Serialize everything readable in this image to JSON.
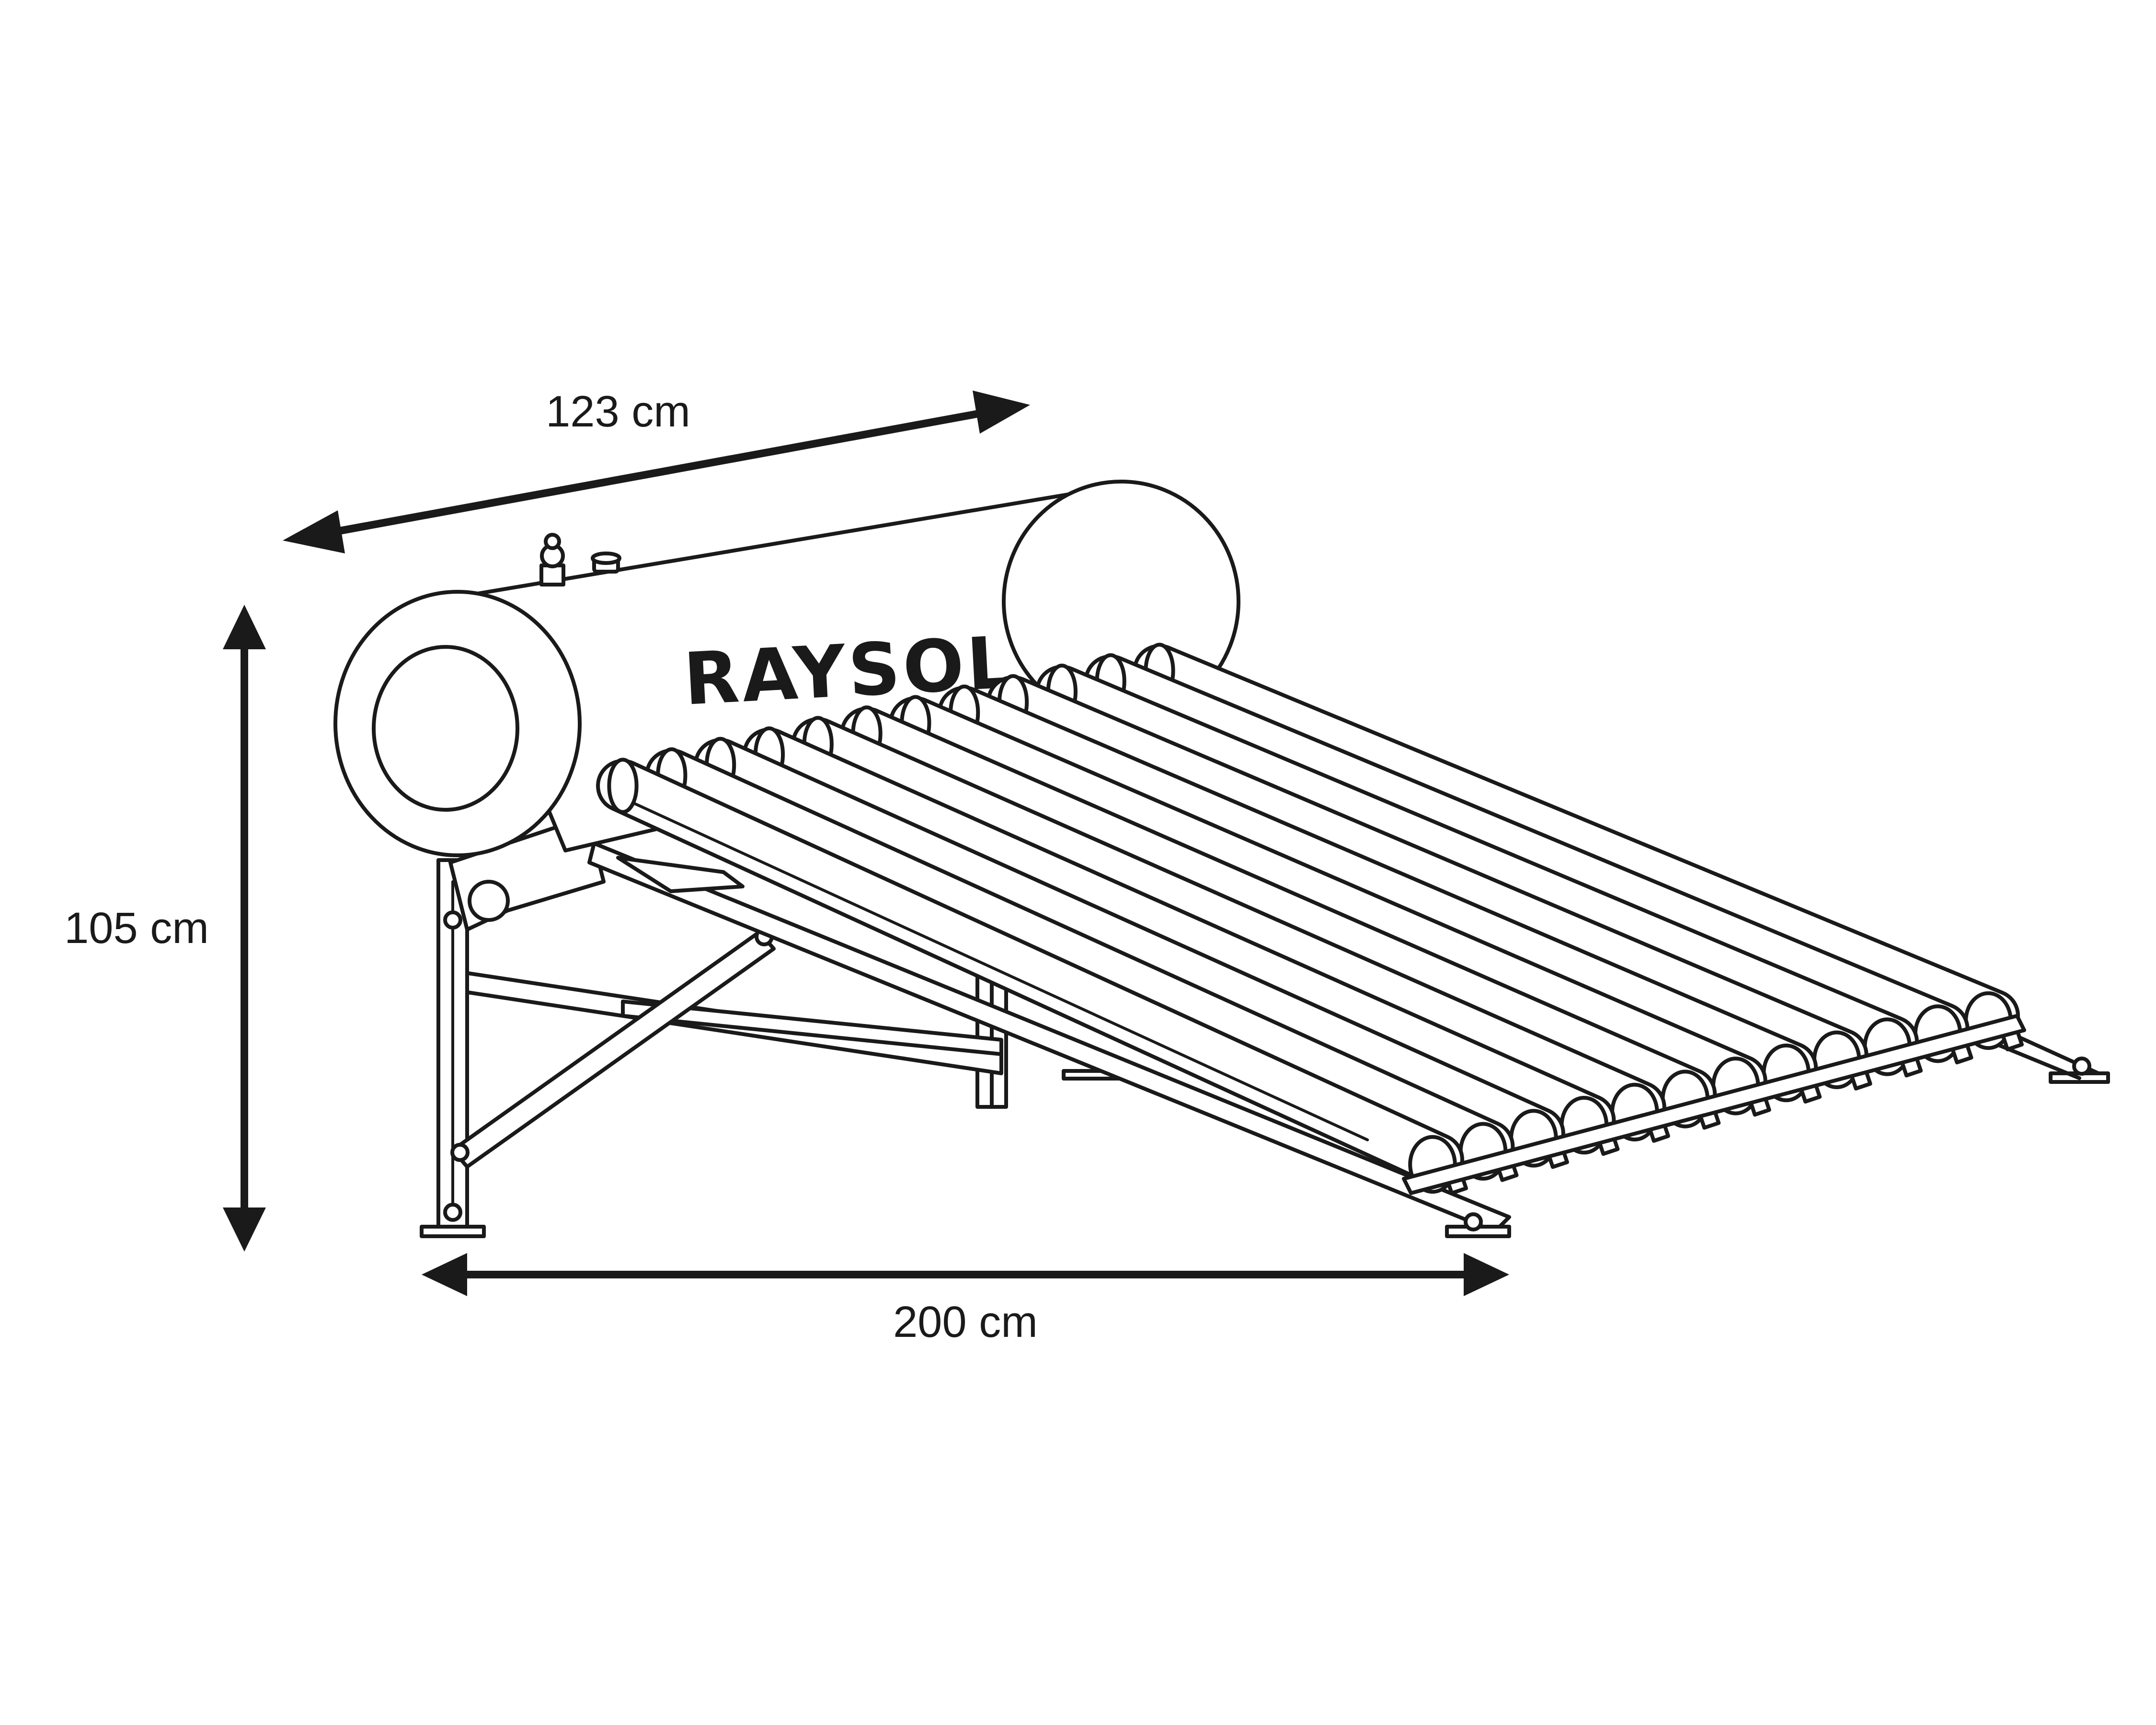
{
  "diagram": {
    "brand_logo_text": "RAYSOL",
    "dimensions": {
      "length": "123 cm",
      "height": "105 cm",
      "width": "200 cm"
    },
    "tube_count": 12,
    "colors": {
      "line": "#1a1a1a",
      "background": "#ffffff"
    }
  }
}
